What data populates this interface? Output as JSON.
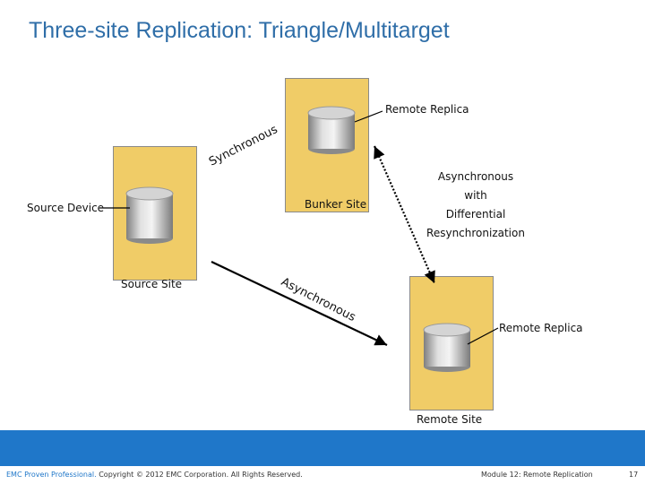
{
  "slide": {
    "title": "Three-site Replication: Triangle/Multitarget"
  },
  "diagram": {
    "labels": {
      "remote_replica_top": "Remote Replica",
      "source_device": "Source Device",
      "bunker_site": "Bunker Site",
      "source_site": "Source Site",
      "remote_replica_bottom": "Remote Replica",
      "remote_site": "Remote Site",
      "async_diff_line1": "Asynchronous",
      "async_diff_line2": "with",
      "async_diff_line3": "Differential",
      "async_diff_line4": "Resynchronization",
      "synchronous": "Synchronous",
      "asynchronous": "Asynchronous"
    },
    "colors": {
      "site_box": "#f0cc67",
      "title": "#2f6ea8",
      "footer_band": "#1f77c9"
    }
  },
  "footer": {
    "brand": "EMC Proven Professional.",
    "copyright": " Copyright © 2012 EMC Corporation. All Rights Reserved.",
    "module": "Module 12: Remote Replication",
    "page_number": "17"
  }
}
